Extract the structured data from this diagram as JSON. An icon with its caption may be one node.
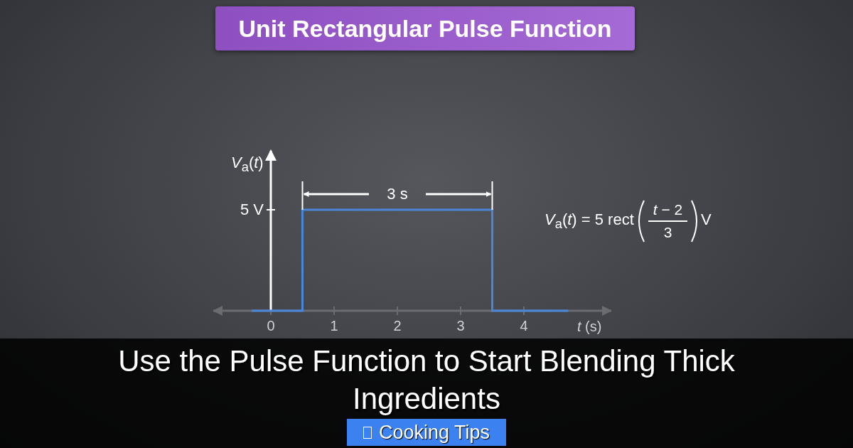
{
  "diagram": {
    "title": "Unit Rectangular Pulse Function",
    "caption": "Use the Pulse Function to Start Blending Thick Ingredients",
    "labels": [
      "*V*$_{a}$(*t*)",
      "3 s",
      "5 V",
      "*V*$_{a}$(*t*) = 5 rect",
      "*t* − 2",
      "3",
      "V",
      "0",
      "1",
      "2",
      "3",
      "4",
      "*t* (s)",
      "Cooking Tips"
    ]
  }
}
